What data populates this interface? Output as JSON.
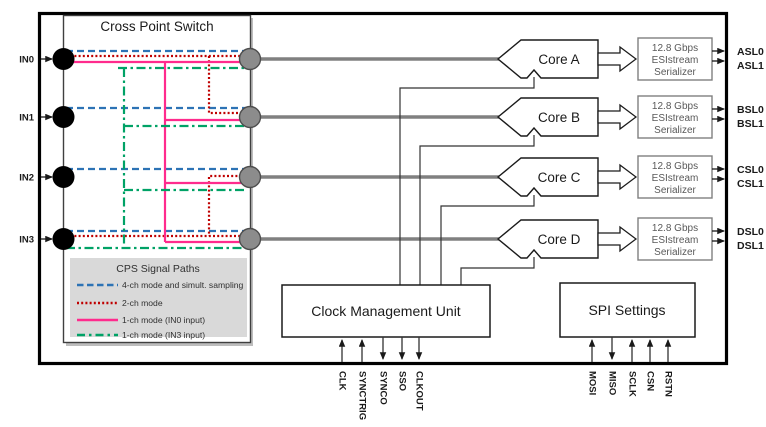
{
  "cps": {
    "title": "Cross Point Switch",
    "inputs": [
      {
        "label": "IN0"
      },
      {
        "label": "IN1"
      },
      {
        "label": "IN2"
      },
      {
        "label": "IN3"
      }
    ],
    "legend": {
      "title": "CPS Signal Paths",
      "items": [
        {
          "label": "4-ch mode and simult. sampling",
          "style": "dashed",
          "color": "#2d73b5"
        },
        {
          "label": "2-ch mode",
          "style": "dotted",
          "color": "#bf0000"
        },
        {
          "label": "1-ch mode (IN0 input)",
          "style": "solid",
          "color": "#ff2b8d"
        },
        {
          "label": "1-ch mode (IN3 input)",
          "style": "dash-dot",
          "color": "#00a266"
        }
      ]
    }
  },
  "cores": [
    {
      "label": "Core A",
      "outputs": [
        "ASL0",
        "ASL1"
      ]
    },
    {
      "label": "Core B",
      "outputs": [
        "BSL0",
        "BSL1"
      ]
    },
    {
      "label": "Core C",
      "outputs": [
        "CSL0",
        "CSL1"
      ]
    },
    {
      "label": "Core D",
      "outputs": [
        "DSL0",
        "DSL1"
      ]
    }
  ],
  "serializer": {
    "lines": [
      "12.8 Gbps",
      "ESIstream",
      "Serializer"
    ]
  },
  "cmu": {
    "title": "Clock Management Unit",
    "pins": [
      {
        "name": "CLK",
        "dir": "in"
      },
      {
        "name": "SYNCTRIG",
        "dir": "in"
      },
      {
        "name": "SYNCO",
        "dir": "out"
      },
      {
        "name": "SSO",
        "dir": "out"
      },
      {
        "name": "CLKOUT",
        "dir": "out"
      }
    ]
  },
  "spi": {
    "title": "SPI Settings",
    "pins": [
      {
        "name": "MOSI",
        "dir": "in"
      },
      {
        "name": "MISO",
        "dir": "out"
      },
      {
        "name": "SCLK",
        "dir": "in"
      },
      {
        "name": "CSN",
        "dir": "in"
      },
      {
        "name": "RSTN",
        "dir": "in"
      }
    ]
  },
  "colors": {
    "path_4ch": "#2d73b5",
    "path_2ch": "#bf0000",
    "path_1ch_in0": "#ff2b8d",
    "path_1ch_in3": "#00a266",
    "analog_bus": "#808080",
    "legend_bg": "#d9d9d9"
  }
}
